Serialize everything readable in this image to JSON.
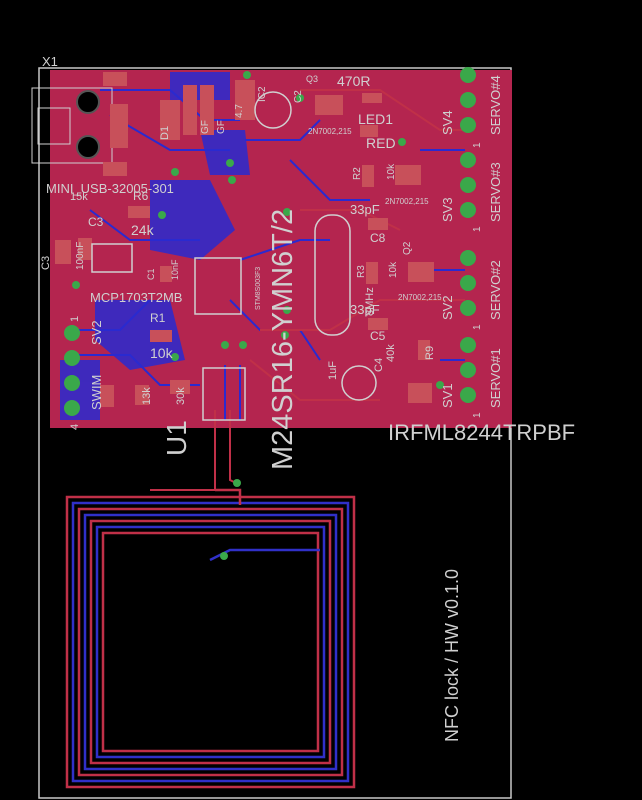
{
  "colors": {
    "background": "#000000",
    "board_outline": "#c8c8c8",
    "top_copper": "#b4254f",
    "bottom_copper": "#2a2ad0",
    "silkscreen": "#d0d0d0",
    "pads": "#3aa84a",
    "smd": "#c8505a",
    "antenna_top": "#c03048",
    "antenna_bottom": "#3030c8"
  },
  "labels": {
    "x1": "X1",
    "usb": "MINI_USB-32005-301",
    "q3": "Q3",
    "r470": "470R",
    "c2": "C2",
    "led1": "LED1",
    "red": "RED",
    "d1": "D1",
    "gf1": "GF",
    "gf2": "GF",
    "ic2": "IC2",
    "val47": "4.7",
    "sv4": "SV4",
    "servo4": "SERVO#4",
    "sv3": "SV3",
    "servo3": "SERVO#3",
    "sv2b": "SV2",
    "servo2": "SERVO#2",
    "sv1": "SV1",
    "servo1": "SERVO#1",
    "pin1a": "1",
    "pin1b": "1",
    "pin1c": "1",
    "pin1d": "1",
    "r2": "R2",
    "r10k_a": "10k",
    "n7002_a": "2N7002,215",
    "n7002_b": "2N7002,215",
    "n7002_c": "2N7002,215",
    "c3": "C3",
    "c3b": "C3",
    "r6": "R6",
    "r24k": "24k",
    "c100n": "100nF",
    "r15": "15k",
    "c1": "C1",
    "c10n": "10nF",
    "mcp": "MCP1703T2MB",
    "ic_mid": "STM8S003F3",
    "pf33_a": "33pF",
    "c8": "C8",
    "mhz": "8MHz",
    "r3": "R3",
    "r10k_b": "10k",
    "q2": "Q2",
    "pf33_b": "33pF",
    "c5": "C5",
    "r1": "R1",
    "r10k_c": "10k",
    "sv2": "SV2",
    "swim": "SWIM",
    "pin1e": "1",
    "pin4": "4",
    "r30k": "30k",
    "r13k": "13k",
    "r9": "R9",
    "r40k": "40k",
    "c4": "C4",
    "c1u": "1uF",
    "u1": "U1",
    "m24": "M24SR16-YMN6T/2",
    "irf": "IRFML8244TRPBF",
    "product": "NFC lock / HW v0.1.0"
  }
}
